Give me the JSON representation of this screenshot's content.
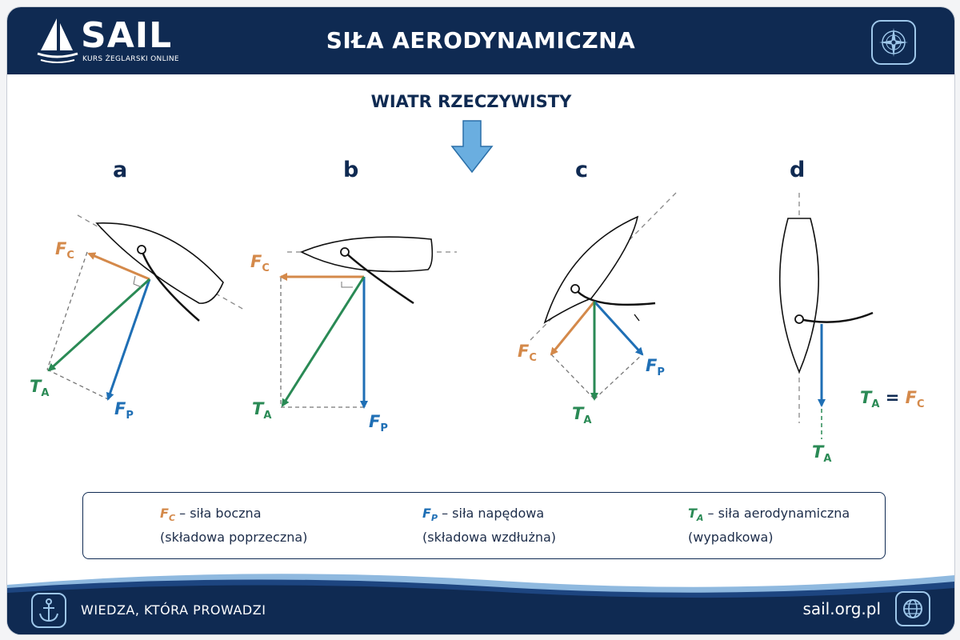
{
  "header": {
    "logo_text": "SAIL",
    "logo_sub": "KURS ŻEGLARSKI ONLINE",
    "title": "SIŁA AERODYNAMICZNA"
  },
  "wind_label": "WIATR RZECZYWISTY",
  "panels": {
    "a": "a",
    "b": "b",
    "c": "c",
    "d": "d"
  },
  "symbols": {
    "F": "F",
    "C": "C",
    "P": "P",
    "T": "T",
    "A": "A",
    "eq": "="
  },
  "legend": {
    "fc_desc": " – siła boczna",
    "fc_sub": "(składowa poprzeczna)",
    "fp_desc": " – siła napędowa",
    "fp_sub": "(składowa wzdłużna)",
    "ta_desc": " – siła aerodynamiczna",
    "ta_sub": "(wypadkowa)"
  },
  "footer": {
    "slogan": "WIEDZA, KTÓRA PROWADZI",
    "url": "sail.org.pl"
  },
  "colors": {
    "navy": "#0f2a52",
    "orange": "#d4894a",
    "blue": "#1f6fb5",
    "green": "#2a8a55",
    "wind_arrow": "#6aaee0"
  }
}
